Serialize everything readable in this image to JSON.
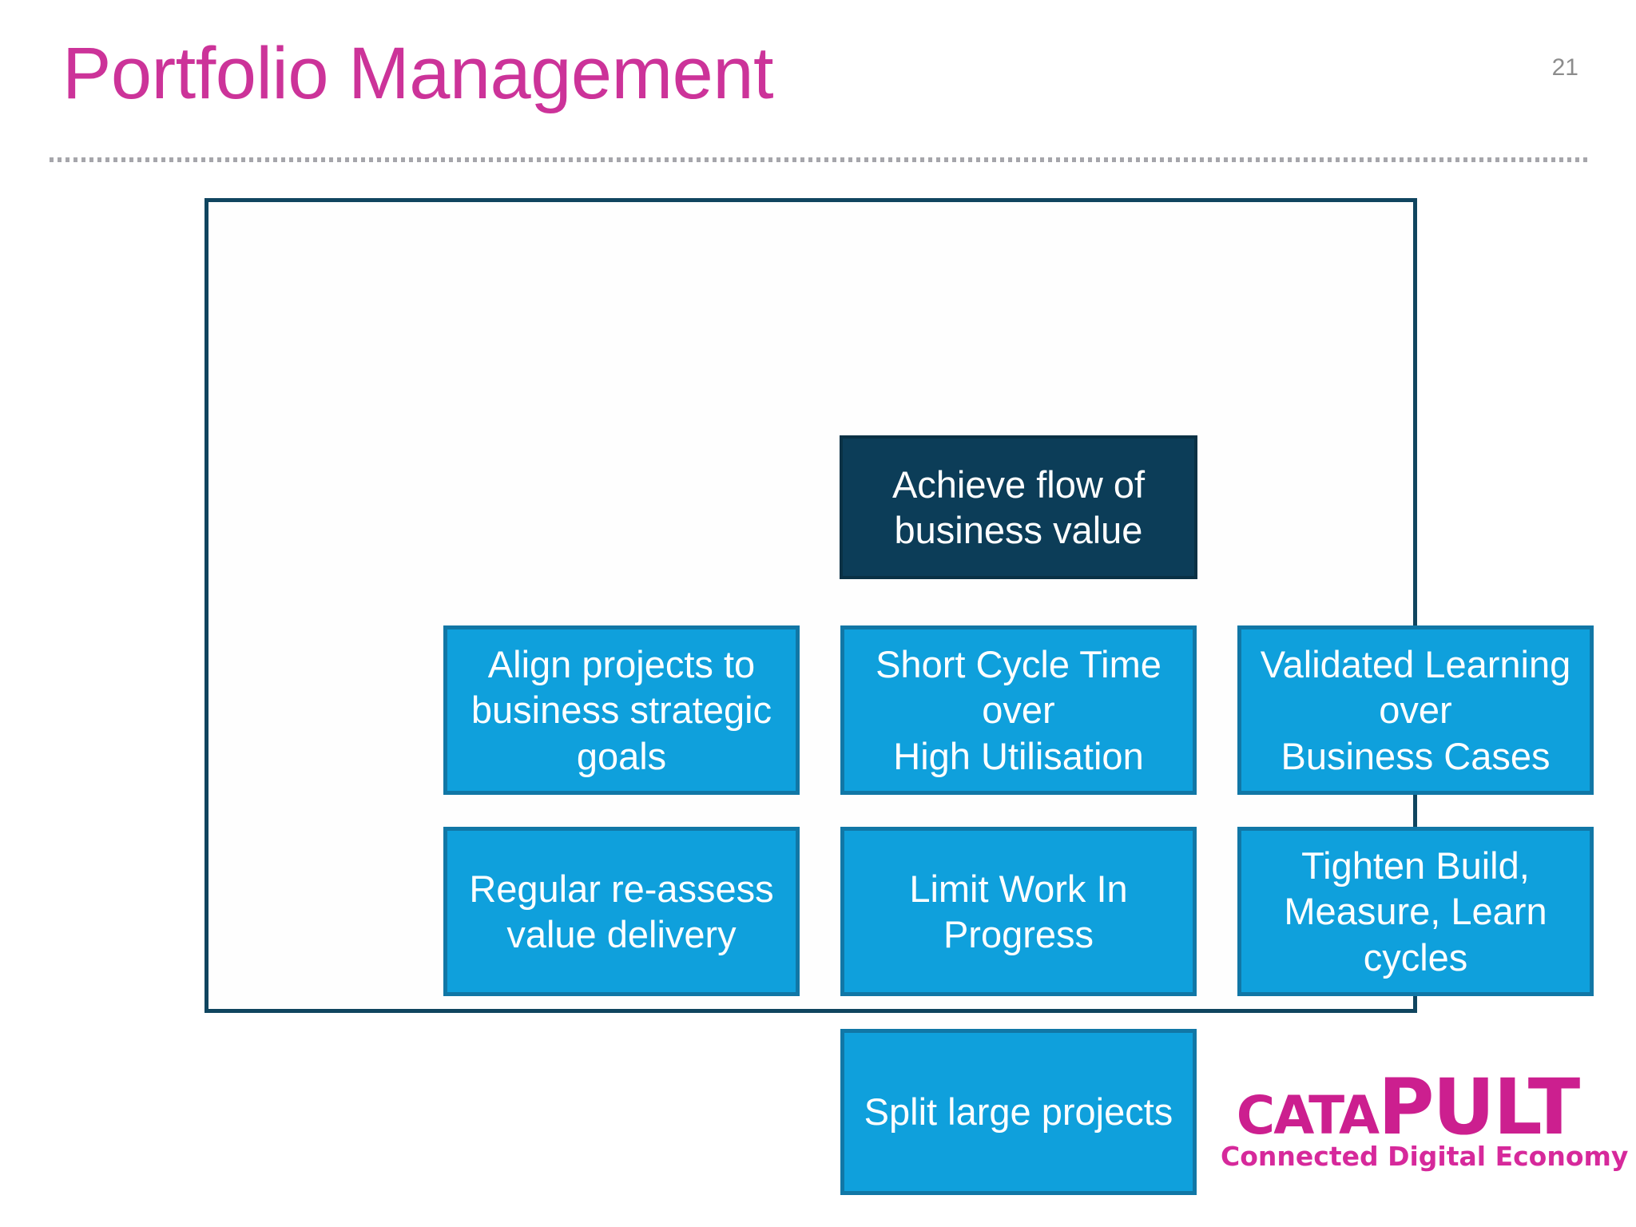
{
  "slide": {
    "title": "Portfolio Management",
    "page_number": "21",
    "title_color": "#cc3399",
    "page_number_color": "#8c8c8c",
    "background_color": "#ffffff",
    "divider_color": "#a6a6ab"
  },
  "diagram": {
    "frame_border_color": "#10455f",
    "primary_node": {
      "label": "Achieve flow of\nbusiness value",
      "fill_color": "#0c3d58",
      "border_color": "#0a3145",
      "text_color": "#ffffff"
    },
    "node_style": {
      "fill_color": "#0fa0dc",
      "border_color": "#1177a6",
      "text_color": "#ffffff"
    },
    "rows": [
      {
        "row": 1,
        "nodes": [
          {
            "label": "Align projects to\nbusiness strategic\ngoals"
          },
          {
            "label": "Short Cycle Time\nover\nHigh Utilisation"
          },
          {
            "label": "Validated Learning\nover\nBusiness Cases"
          }
        ]
      },
      {
        "row": 2,
        "nodes": [
          {
            "label": "Regular re-assess\nvalue delivery"
          },
          {
            "label": "Limit Work In\nProgress"
          },
          {
            "label": "Tighten Build,\nMeasure, Learn\ncycles"
          }
        ]
      },
      {
        "row": 3,
        "nodes": [
          {
            "label": "Split large projects"
          }
        ]
      }
    ]
  },
  "logo": {
    "word_part_1": "CATA",
    "word_part_2": "PULT",
    "tagline": "Connected Digital Economy",
    "color": "#cc1f8f",
    "tagline_color": "#d6299b"
  }
}
